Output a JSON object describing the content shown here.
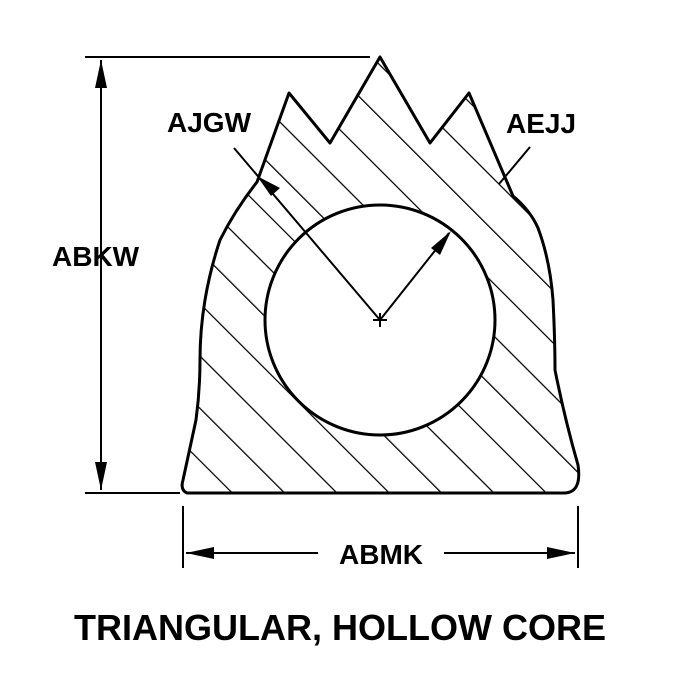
{
  "labels": {
    "height": "ABKW",
    "width": "ABMK",
    "outer_radius": "AJGW",
    "inner_radius": "AEJJ"
  },
  "caption": "TRIANGULAR, HOLLOW CORE",
  "colors": {
    "ink": "#000000",
    "background": "#ffffff"
  }
}
